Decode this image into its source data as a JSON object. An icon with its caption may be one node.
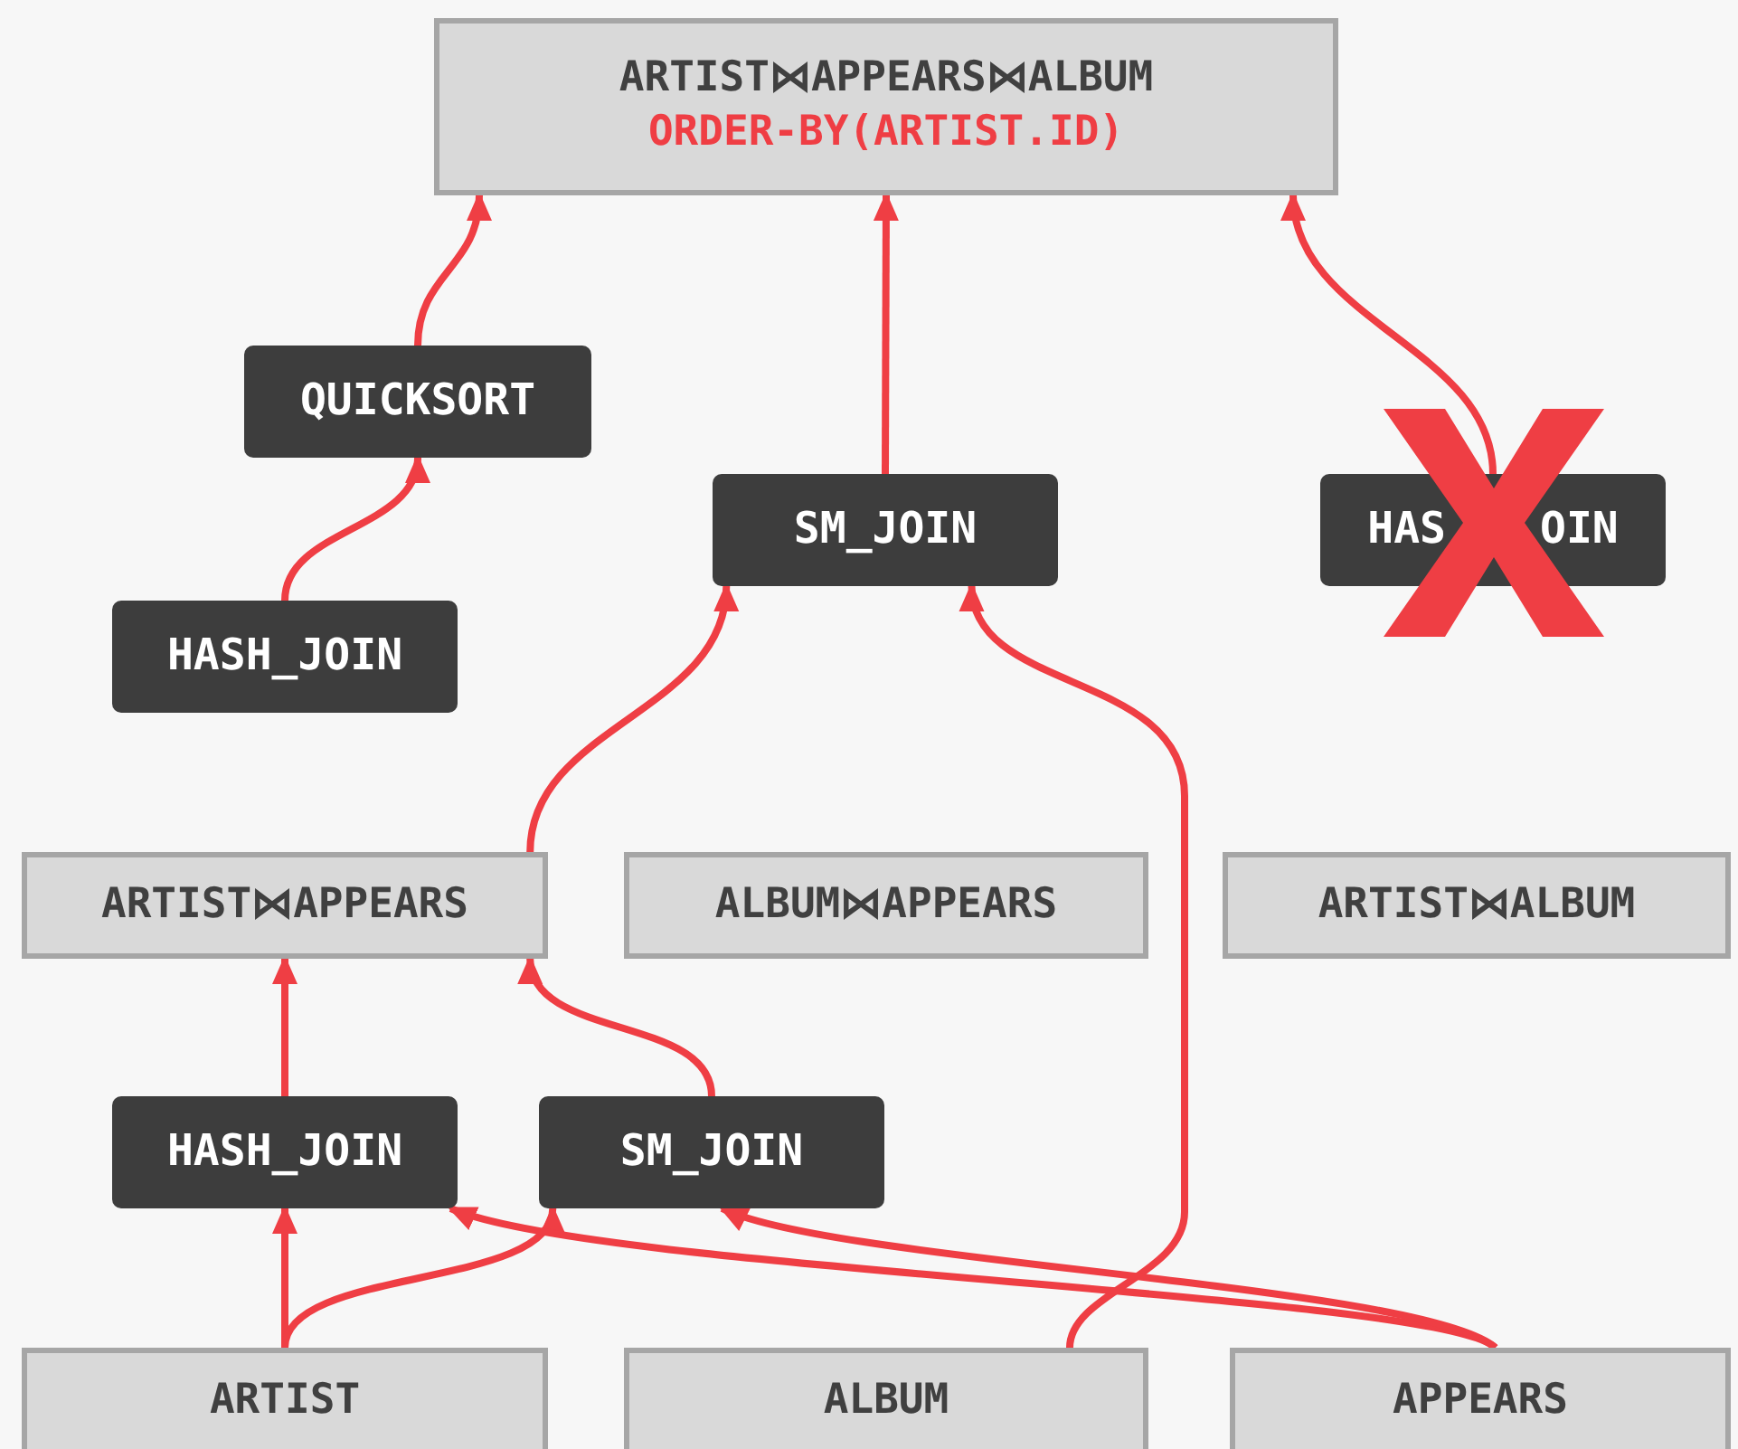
{
  "diagram": {
    "nodes": [
      {
        "text": [
          "ARTIST⋈APPEARS⋈ALBUM",
          "ORDER-BY(ARTIST.ID)"
        ]
      },
      {
        "text": [
          "QUICKSORT"
        ]
      },
      {
        "text": [
          "SM_JOIN"
        ]
      },
      {
        "text": [
          "HAS",
          "OIN"
        ]
      },
      {
        "text": [
          "HASH_JOIN"
        ]
      },
      {
        "text": [
          "ARTIST⋈APPEARS"
        ]
      },
      {
        "text": [
          "ALBUM⋈APPEARS"
        ]
      },
      {
        "text": [
          "ARTIST⋈ALBUM"
        ]
      },
      {
        "text": [
          "HASH_JOIN"
        ]
      },
      {
        "text": [
          "SM_JOIN"
        ]
      },
      {
        "text": [
          "ARTIST"
        ]
      },
      {
        "text": [
          "ALBUM"
        ]
      },
      {
        "text": [
          "APPEARS"
        ]
      }
    ],
    "edges": [
      {
        "from": 1,
        "to": 0,
        "arrow": "to"
      },
      {
        "from": 4,
        "to": 1,
        "arrow": "to"
      },
      {
        "from": 3,
        "to": 0,
        "arrow": "to"
      },
      {
        "from": 11,
        "to": 2,
        "arrow": "to"
      },
      {
        "from": 2,
        "to": 0,
        "arrow": "to"
      },
      {
        "from": 5,
        "to": 2,
        "arrow": "to"
      },
      {
        "from": 10,
        "to": 8,
        "arrow": "to"
      },
      {
        "from": 10,
        "to": 9,
        "arrow": "to"
      },
      {
        "from": 12,
        "to": 8,
        "arrow": "to"
      },
      {
        "from": 12,
        "to": 9,
        "arrow": "to"
      },
      {
        "from": 8,
        "to": 5,
        "arrow": "to"
      },
      {
        "from": 9,
        "to": 5,
        "arrow": "to"
      }
    ]
  }
}
